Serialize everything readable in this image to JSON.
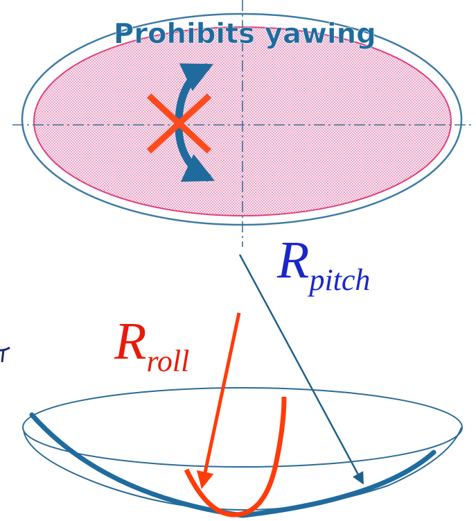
{
  "title": "Prohibits yawing",
  "labels": {
    "pitch_main": "R",
    "pitch_sub": "pitch",
    "roll_main": "R",
    "roll_sub": "roll"
  },
  "colors": {
    "outline_blue": "#1f5f8b",
    "ellipse_stroke": "#3d7aa6",
    "fill_pink": "#f7d6e6",
    "inner_stroke": "#e0407a",
    "axis_blue": "#3b6f96",
    "arrow_blue": "#1f6b9e",
    "cross_red": "#ff4a1c",
    "roll_red": "#ff3b0a",
    "pitch_text": "#1a26c9",
    "roll_text": "#e81a0a"
  }
}
